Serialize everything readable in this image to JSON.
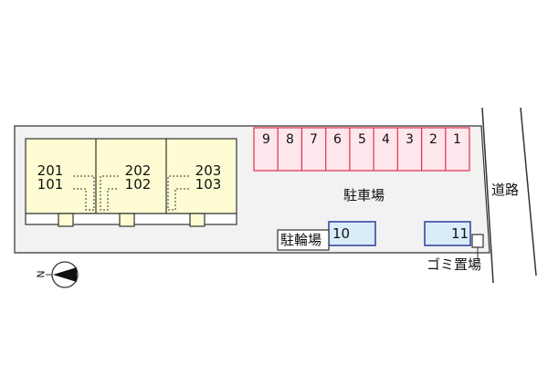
{
  "units": [
    {
      "upper": "201",
      "lower": "101"
    },
    {
      "upper": "202",
      "lower": "102"
    },
    {
      "upper": "203",
      "lower": "103"
    }
  ],
  "parking_spaces": [
    "9",
    "8",
    "7",
    "6",
    "5",
    "4",
    "3",
    "2",
    "1"
  ],
  "labels": {
    "parking_lot": "駐車場",
    "road": "道路",
    "bicycle_parking": "駐輪場",
    "garbage_area": "ゴミ置場"
  },
  "blue_spaces": [
    "10",
    "11"
  ],
  "compass": {
    "letter": "N"
  },
  "colors": {
    "site_fill": "#f2f2f2",
    "building_fill": "#fdfcd2",
    "parking_fill": "#fde6ec",
    "parking_stroke": "#e0304e",
    "blue_fill": "#d8ecfa",
    "blue_stroke": "#2f3c9a",
    "outline": "#333333"
  }
}
